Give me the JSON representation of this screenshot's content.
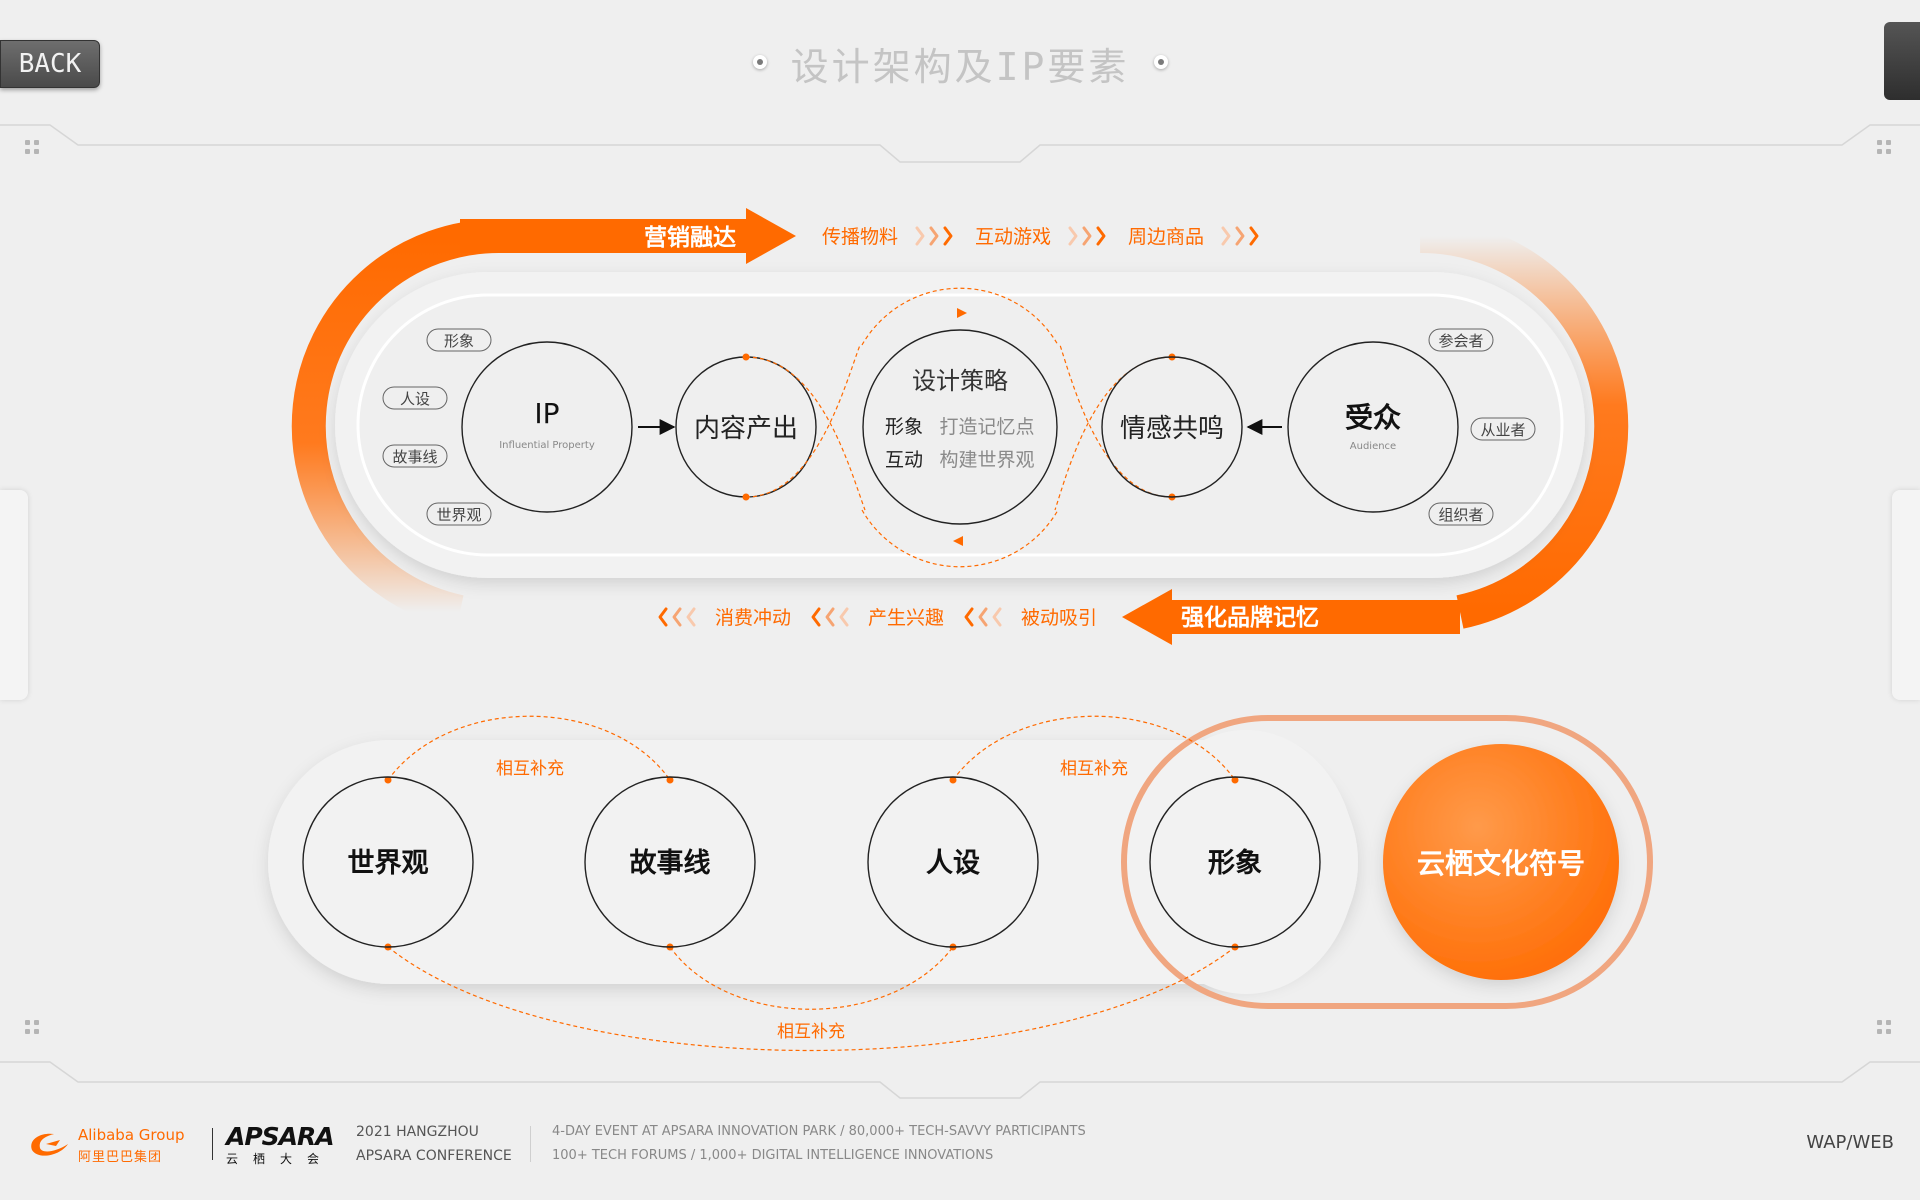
{
  "nav": {
    "back_label": "BACK",
    "page_title": "设计架构及IP要素"
  },
  "top_flow": {
    "marketing_label": "营销融达",
    "forward_items": [
      "传播物料",
      "互动游戏",
      "周边商品"
    ],
    "brand_label": "强化品牌记忆",
    "backward_items": [
      "消费冲动",
      "产生兴趣",
      "被动吸引"
    ],
    "ip_node": {
      "title": "IP",
      "subtitle": "Influential Property"
    },
    "ip_tags": [
      "形象",
      "人设",
      "故事线",
      "世界观"
    ],
    "content_node": "内容产出",
    "strategy_node": {
      "title": "设计策略",
      "rows": [
        {
          "key": "形象",
          "value": "打造记忆点"
        },
        {
          "key": "互动",
          "value": "构建世界观"
        }
      ]
    },
    "emotion_node": "情感共鸣",
    "audience_node": {
      "title": "受众",
      "subtitle": "Audience"
    },
    "audience_tags": [
      "参会者",
      "从业者",
      "组织者"
    ]
  },
  "bottom_flow": {
    "elements": [
      "世界观",
      "故事线",
      "人设",
      "形象"
    ],
    "complement_label": "相互补充",
    "symbol_label": "云栖文化符号"
  },
  "footer": {
    "alibaba_word": "Alibaba",
    "alibaba_group": " Group",
    "alibaba_cn": "阿里巴巴集团",
    "apsara_word": "APSARA",
    "apsara_cn": "云栖大会",
    "event_line1": "2021 HANGZHOU",
    "event_line2": "APSARA CONFERENCE",
    "stats_line1": "4-DAY EVENT AT APSARA INNOVATION PARK  /  80,000+ TECH-SAVVY PARTICIPANTS",
    "stats_line2": "100+ TECH FORUMS  /  1,000+ DIGITAL INTELLIGENCE INNOVATIONS",
    "platform": "WAP/WEB"
  },
  "colors": {
    "accent": "#ff6a00",
    "accent_soft": "#f0a680",
    "ink": "#222222",
    "muted": "#8a8a8a",
    "background": "#efefef"
  }
}
